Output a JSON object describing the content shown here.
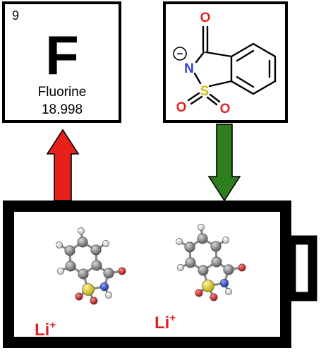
{
  "element_card": {
    "atomic_number": "9",
    "symbol": "F",
    "name": "Fluorine",
    "mass": "18.998"
  },
  "anion_card": {
    "charge": "−",
    "atom_o_top": "O",
    "atom_n": "N",
    "atom_s": "S",
    "atom_o_left": "O",
    "atom_o_right": "O"
  },
  "battery": {
    "cation_left": "Li",
    "cation_right": "Li",
    "cation_charge": "+"
  },
  "colors": {
    "arrow_up": "#e8201a",
    "arrow_down": "#2e7d1e",
    "oxygen": "#e0231f",
    "nitrogen": "#2b3fd6",
    "sulfur": "#d9cf1a",
    "lithium_label": "#e0231f",
    "carbon_ball": "#7f7f7f",
    "hydrogen_ball": "#e9e9e9",
    "oxygen_ball": "#d81d1d",
    "nitrogen_ball": "#2e4fd0",
    "sulfur_ball": "#dcd127"
  }
}
